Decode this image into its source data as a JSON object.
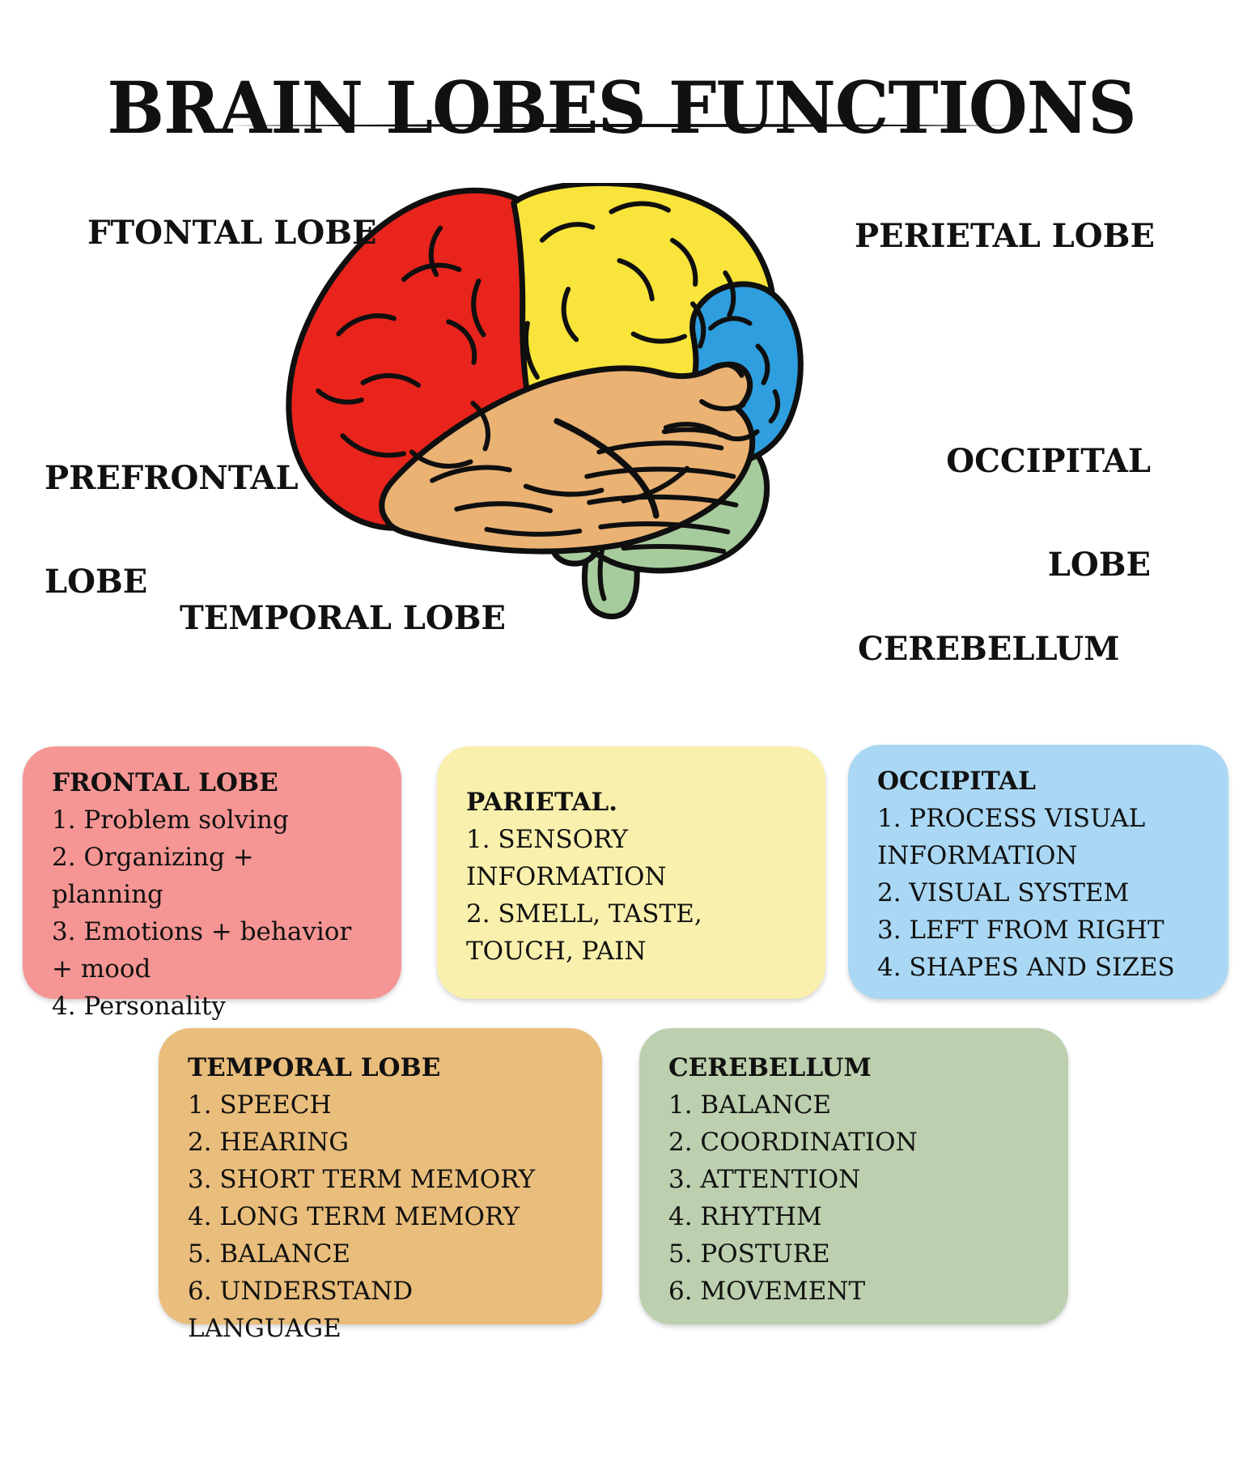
{
  "title": "BRAIN LOBES FUNCTIONS",
  "brain": {
    "labels": {
      "frontal": "FTONTAL LOBE",
      "parietal": "PERIETAL LOBE",
      "prefrontal_line1": "PREFRONTAL",
      "prefrontal_line2": "LOBE",
      "occipital_line1": "OCCIPITAL",
      "occipital_line2": "LOBE",
      "temporal": "TEMPORAL LOBE",
      "cerebellum": "CEREBELLUM"
    },
    "colors": {
      "frontal": "#e8241c",
      "parietal": "#f8e43a",
      "temporal": "#eab273",
      "occipital": "#2f9ede",
      "cerebellum": "#a6cb9d",
      "outline": "#0f0f0f"
    }
  },
  "boxes": [
    {
      "id": "frontal",
      "title": "FRONTAL LOBE",
      "color": "#f59694",
      "items": [
        "1. Problem solving",
        "2. Organizing + planning",
        "3. Emotions + behavior + mood",
        "4. Personality"
      ]
    },
    {
      "id": "parietal",
      "title": "PARIETAL.",
      "color": "#f9f0ad",
      "items": [
        "1. SENSORY INFORMATION",
        "2. SMELL, TASTE, TOUCH, PAIN"
      ]
    },
    {
      "id": "occipital",
      "title": "OCCIPITAL",
      "color": "#aad8f4",
      "items": [
        "1. PROCESS VISUAL INFORMATION",
        "2. VISUAL SYSTEM",
        "3. LEFT FROM RIGHT",
        "4. SHAPES AND SIZES"
      ]
    },
    {
      "id": "temporal",
      "title": "TEMPORAL LOBE",
      "color": "#e9bd7b",
      "items": [
        "1. SPEECH",
        "2. HEARING",
        "3. SHORT TERM MEMORY",
        "4. LONG TERM MEMORY",
        "5. BALANCE",
        "6. UNDERSTAND LANGUAGE"
      ]
    },
    {
      "id": "cerebellum",
      "title": "CEREBELLUM",
      "color": "#bccfae",
      "items": [
        "1. BALANCE",
        "2. COORDINATION",
        "3. ATTENTION",
        "4. RHYTHM",
        "5. POSTURE",
        "6. MOVEMENT"
      ]
    }
  ]
}
